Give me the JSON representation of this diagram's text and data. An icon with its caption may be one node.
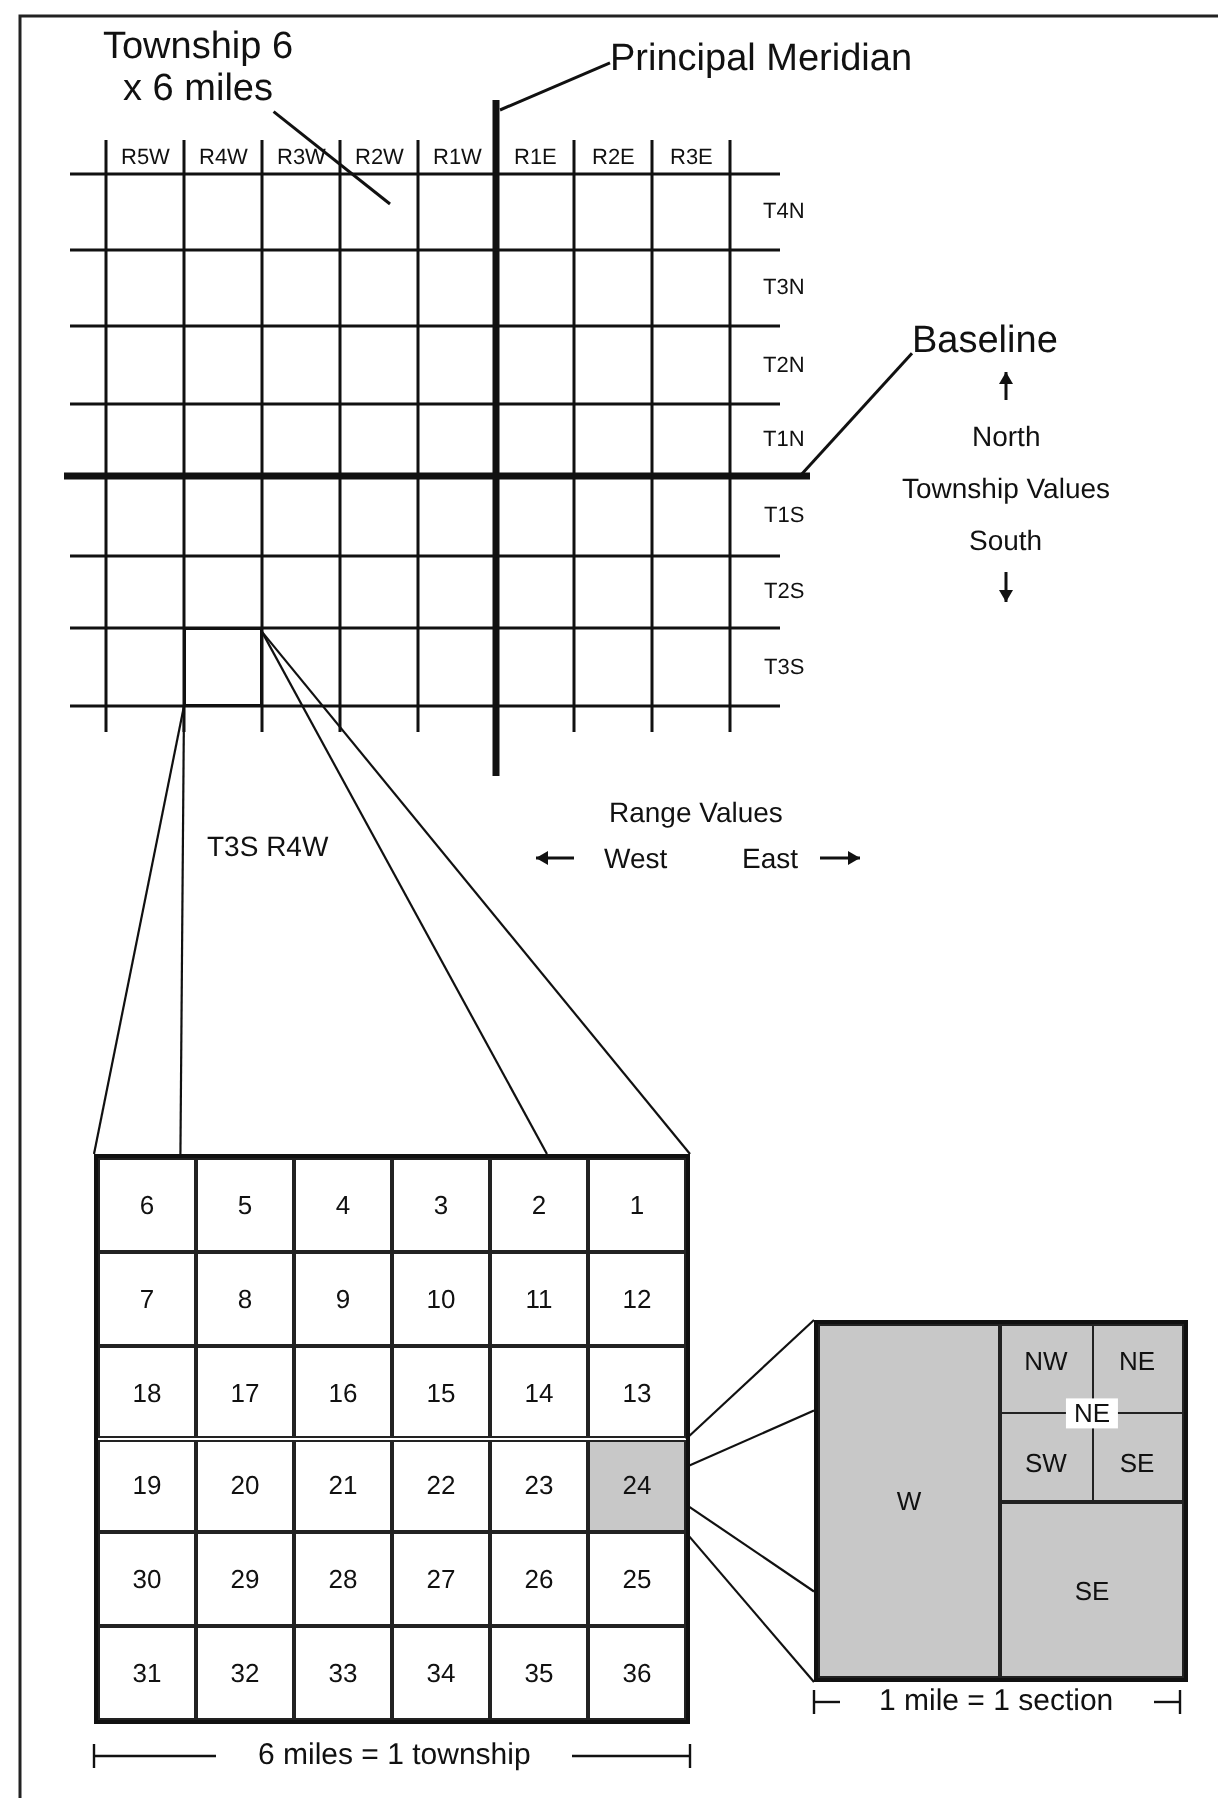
{
  "diagram": {
    "nodes": [
      {
        "text": [
          "Township 6 x 6 miles"
        ]
      },
      {
        "text": [
          "Principal Meridian"
        ]
      },
      {
        "text": [
          "Baseline"
        ]
      },
      {
        "text": [],
        "shape": "box"
      },
      {
        "text": [],
        "shape": "box"
      },
      {
        "text": [
          "6"
        ],
        "in": 4
      },
      {
        "text": [
          "5"
        ],
        "in": 4
      },
      {
        "text": [
          "4"
        ],
        "in": 4
      },
      {
        "text": [
          "3"
        ],
        "in": 4
      },
      {
        "text": [
          "2"
        ],
        "in": 4
      },
      {
        "text": [
          "1"
        ],
        "in": 4
      },
      {
        "text": [
          "7"
        ],
        "in": 4
      },
      {
        "text": [
          "8"
        ],
        "in": 4
      },
      {
        "text": [
          "9"
        ],
        "in": 4
      },
      {
        "text": [
          "10"
        ],
        "in": 4
      },
      {
        "text": [
          "11"
        ],
        "in": 4
      },
      {
        "text": [
          "12"
        ],
        "in": 4
      },
      {
        "text": [
          "18"
        ],
        "in": 4
      },
      {
        "text": [
          "17"
        ],
        "in": 4
      },
      {
        "text": [
          "16"
        ],
        "in": 4
      },
      {
        "text": [
          "15"
        ],
        "in": 4
      },
      {
        "text": [
          "14"
        ],
        "in": 4
      },
      {
        "text": [
          "13"
        ],
        "in": 4
      },
      {
        "text": [
          "19"
        ],
        "in": 4
      },
      {
        "text": [
          "20"
        ],
        "in": 4
      },
      {
        "text": [
          "21"
        ],
        "in": 4
      },
      {
        "text": [
          "22"
        ],
        "in": 4
      },
      {
        "text": [
          "23"
        ],
        "in": 4
      },
      {
        "text": [
          "24"
        ],
        "in": 4
      },
      {
        "text": [
          "30"
        ],
        "in": 4
      },
      {
        "text": [
          "29"
        ],
        "in": 4
      },
      {
        "text": [
          "28"
        ],
        "in": 4
      },
      {
        "text": [
          "27"
        ],
        "in": 4
      },
      {
        "text": [
          "26"
        ],
        "in": 4
      },
      {
        "text": [
          "25"
        ],
        "in": 4
      },
      {
        "text": [
          "31"
        ],
        "in": 4
      },
      {
        "text": [
          "32"
        ],
        "in": 4
      },
      {
        "text": [
          "33"
        ],
        "in": 4
      },
      {
        "text": [
          "34"
        ],
        "in": 4
      },
      {
        "text": [
          "35"
        ],
        "in": 4
      },
      {
        "text": [
          "36"
        ],
        "in": 4
      },
      {
        "text": [],
        "shape": "box"
      },
      {
        "text": [
          "W"
        ],
        "in": 41
      },
      {
        "text": [
          "NE"
        ],
        "in": 41
      },
      {
        "text": [
          "NW"
        ],
        "in": 43
      },
      {
        "text": [
          "NE"
        ],
        "in": 43
      },
      {
        "text": [
          "SW"
        ],
        "in": 43
      },
      {
        "text": [
          "SE"
        ],
        "in": 43
      },
      {
        "text": [
          "SE"
        ],
        "in": 41
      }
    ],
    "edges": [
      {
        "from": 0,
        "to": null,
        "arrow": "none"
      },
      {
        "from": 1,
        "to": null,
        "arrow": "none"
      },
      {
        "from": 2,
        "to": null,
        "arrow": "none"
      },
      {
        "from": 3,
        "to": 4,
        "arrow": "none"
      },
      {
        "from": 3,
        "to": 4,
        "arrow": "none"
      },
      {
        "from": 3,
        "to": 4,
        "arrow": "none"
      },
      {
        "from": 3,
        "to": 4,
        "arrow": "none"
      },
      {
        "from": 28,
        "to": 41,
        "arrow": "none"
      },
      {
        "from": 28,
        "to": 41,
        "arrow": "none"
      },
      {
        "from": 28,
        "to": 41,
        "arrow": "none"
      },
      {
        "from": 28,
        "to": 41,
        "arrow": "none"
      }
    ],
    "labels": [
      "R5W",
      "R4W",
      "R3W",
      "R2W",
      "R1W",
      "R1E",
      "R2E",
      "R3E",
      "T4N",
      "T3N",
      "T2N",
      "T1N",
      "T1S",
      "T2S",
      "T3S",
      "North",
      "Township Values",
      "South",
      "T3S R4W",
      "Range Values",
      "West",
      "East",
      "6 miles = 1 township",
      "1 mile = 1 section"
    ]
  }
}
